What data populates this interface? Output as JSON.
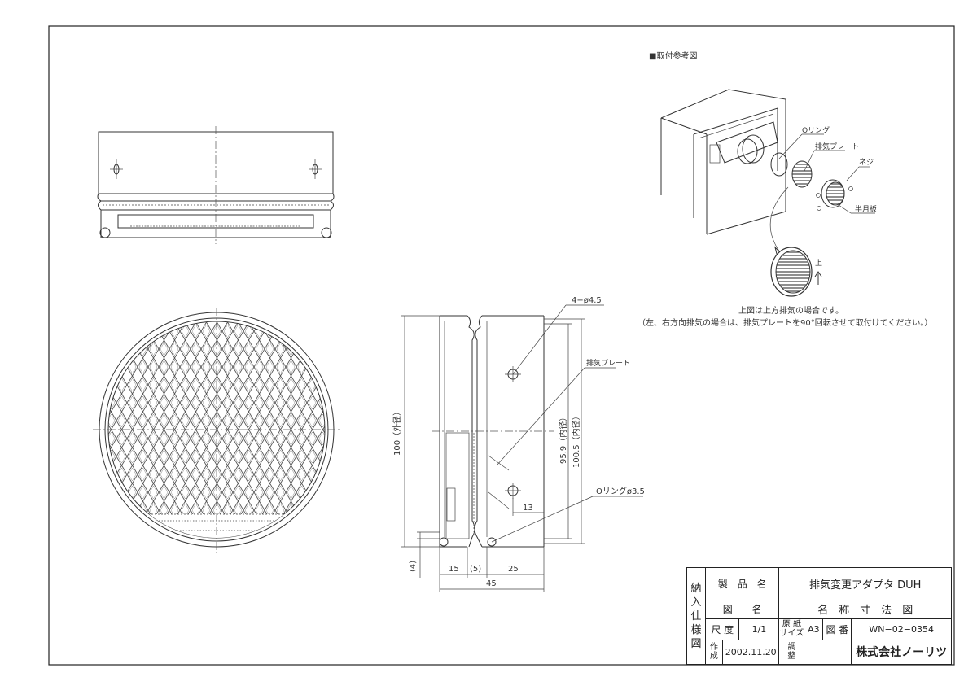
{
  "install_ref": {
    "heading": "■取付参考図",
    "labels": {
      "o_ring": "Oリング",
      "exhaust_plate": "排気プレート",
      "screw": "ネジ",
      "half_moon_plate": "半月板",
      "up": "上"
    },
    "note_line1": "上図は上方排気の場合です。",
    "note_line2": "（左、右方向排気の場合は、排気プレートを90°回転させて取付けてください。）"
  },
  "dimensions": {
    "holes": "4−ø4.5",
    "plate": "排気プレート",
    "oring": "Oリングø3.5",
    "outer": "100（外径）",
    "inner1": "95.9（内径）",
    "inner2": "100.5（内径）",
    "d13": "13",
    "d4": "(4)",
    "d15": "15",
    "d5": "(5)",
    "d25": "25",
    "d45": "45"
  },
  "title_block": {
    "side_chars": [
      "納",
      "入",
      "仕",
      "様",
      "図"
    ],
    "product_name_label": "製　品　名",
    "product_name": "排気変更アダプタ DUH",
    "drawing_name_label": "図　　名",
    "drawing_name": "名　称　寸　法　図",
    "scale_label": "尺 度",
    "scale": "1/1",
    "paper_label": "原 紙\nサイズ",
    "paper_size": "A3",
    "drawing_no_label": "図 番",
    "drawing_no": "WN−02−0354",
    "created_label": "作\n成",
    "created": "2002.11.20",
    "checked_label": "調\n整",
    "company": "株式会社ノーリツ"
  }
}
